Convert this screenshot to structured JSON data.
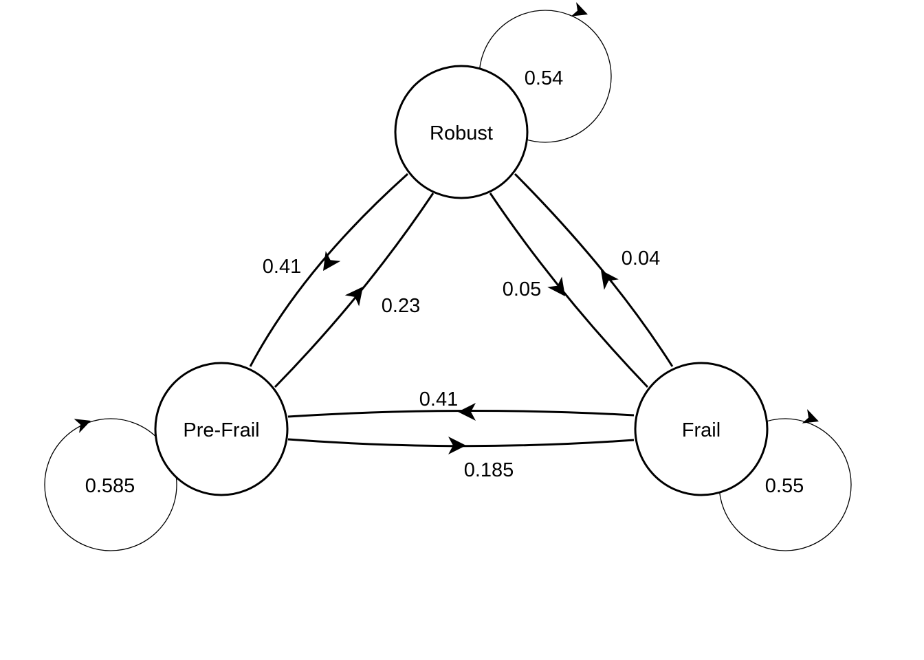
{
  "nodes": {
    "robust": {
      "label": "Robust"
    },
    "prefrail": {
      "label": "Pre-Frail"
    },
    "frail": {
      "label": "Frail"
    }
  },
  "edges": {
    "robust_to_prefrail": {
      "label": "0.41"
    },
    "prefrail_to_robust": {
      "label": "0.23"
    },
    "robust_to_frail": {
      "label": "0.05"
    },
    "frail_to_robust": {
      "label": "0.04"
    },
    "frail_to_prefrail": {
      "label": "0.41"
    },
    "prefrail_to_frail": {
      "label": "0.185"
    }
  },
  "loops": {
    "robust": {
      "label": "0.54"
    },
    "prefrail": {
      "label": "0.585"
    },
    "frail": {
      "label": "0.55"
    }
  }
}
